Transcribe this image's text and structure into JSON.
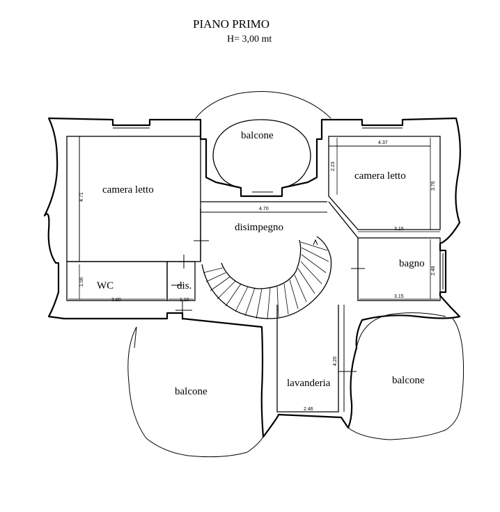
{
  "title": "PIANO PRIMO",
  "subtitle": "H= 3,00 mt",
  "rooms": {
    "balcone_top": "balcone",
    "camera_letto_left": "camera letto",
    "camera_letto_right": "camera letto",
    "disimpegno": "disimpegno",
    "bagno": "bagno",
    "wc": "WC",
    "dis": "dis.",
    "lavanderia": "lavanderia",
    "balcone_bottom_left": "balcone",
    "balcone_bottom_right": "balcone"
  },
  "dimensions": {
    "d_4_71": "4.71",
    "d_4_70": "4.70",
    "d_4_37": "4.37",
    "d_2_23": "2.23",
    "d_3_76": "3.76",
    "d_3_15_a": "3.15",
    "d_2_48": "2.48",
    "d_3_15_b": "3.15",
    "d_1_56": "1.56",
    "d_3_80": "3.80",
    "d_1_16": "1.16",
    "d_4_20": "4.20",
    "d_2_46": "2.46"
  }
}
